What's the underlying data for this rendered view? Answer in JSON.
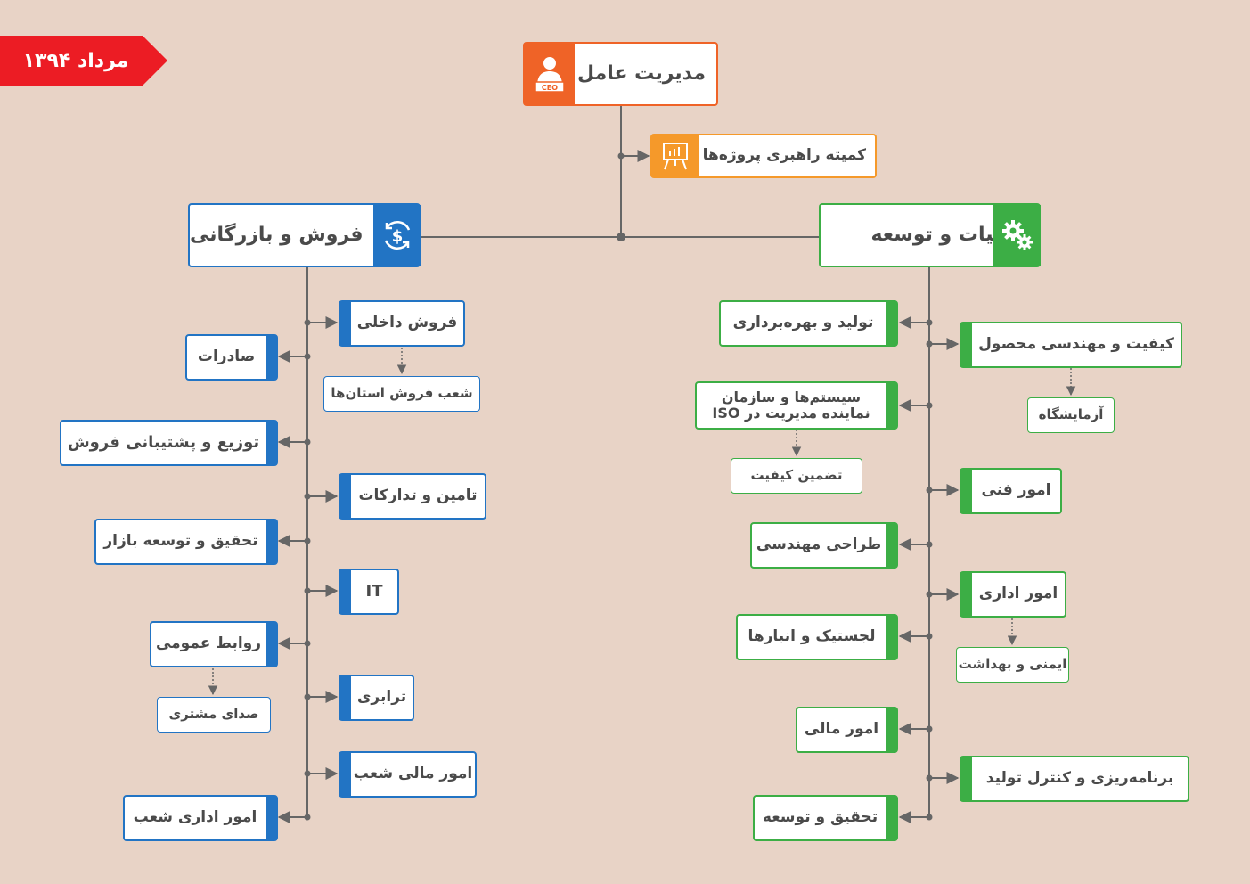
{
  "badge": {
    "text": "مرداد ۱۳۹۴",
    "color": "#ec1c24"
  },
  "colors": {
    "blue": "#2274c4",
    "green": "#3cae45",
    "orange": "#ef6327",
    "amber": "#f5992a",
    "line": "#666666",
    "background": "#e8d3c6"
  },
  "ceo": {
    "label": "مدیریت عامل",
    "icon": "ceo-person-icon",
    "icon_text": "CEO"
  },
  "steering": {
    "label": "کمیته راهبری پروژه‌ها",
    "icon": "presentation-board-icon"
  },
  "sales": {
    "label": "فروش و بازرگانی",
    "icon": "money-exchange-icon",
    "units": {
      "domestic": "فروش داخلی",
      "provinces": "شعب فروش استان‌ها",
      "exports": "صادرات",
      "distribution": "توزیع و پشتیبانی فروش",
      "procurement": "تامین و تدارکات",
      "market_research": "تحقیق و توسعه بازار",
      "it": "IT",
      "pr": "روابط عمومی",
      "customer_voice": "صدای مشتری",
      "transport": "ترابری",
      "branch_finance": "امور مالی شعب",
      "branch_admin": "امور اداری شعب"
    }
  },
  "ops": {
    "label": "عملیات و توسعه",
    "icon": "gears-icon",
    "units": {
      "production": "تولید و بهره‌برداری",
      "quality_eng": "کیفیت و مهندسی محصول",
      "lab": "آزمایشگاه",
      "iso_line1": "سیستم‌ها و سازمان",
      "iso_line2": "نماینده مدیریت در ISO",
      "qa": "تضمین کیفیت",
      "technical": "امور فنی",
      "eng_design": "طراحی مهندسی",
      "admin": "امور اداری",
      "hse": "ایمنی و بهداشت",
      "logistics": "لجستیک و انبارها",
      "finance": "امور مالی",
      "planning": "برنامه‌ریزی و کنترل تولید",
      "rnd": "تحقیق و توسعه"
    }
  }
}
